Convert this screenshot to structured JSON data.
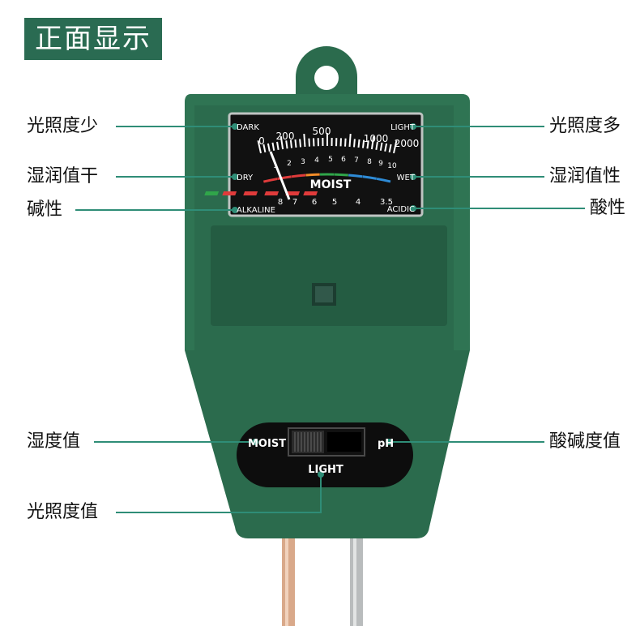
{
  "title": "正面显示",
  "callouts": {
    "light_low": "光照度少",
    "light_high": "光照度多",
    "moist_dry": "湿润值干",
    "moist_wet": "湿润值性",
    "alkaline": "碱性",
    "acidic": "酸性",
    "moisture_value": "湿度值",
    "ph_value": "酸碱度值",
    "light_value": "光照度值"
  },
  "dial": {
    "dark": "DARK",
    "light": "LIGHT",
    "dry": "DRY",
    "wet": "WET",
    "alkaline": "ALKALINE",
    "acidic": "ACIDIC",
    "moist": "MOIST",
    "light_scale": [
      "0",
      "200",
      "500",
      "1000",
      "2000"
    ],
    "moist_scale": [
      "1",
      "2",
      "3",
      "4",
      "5",
      "6",
      "7",
      "8",
      "9",
      "10"
    ],
    "ph_scale": [
      "8",
      "7",
      "6",
      "5",
      "4",
      "3.5"
    ]
  },
  "switch": {
    "moist": "MOIST",
    "ph": "pH",
    "light": "LIGHT"
  },
  "colors": {
    "device_green": "#2b6b4d",
    "accent_teal": "#2f8d77",
    "dial_black": "#111111"
  }
}
